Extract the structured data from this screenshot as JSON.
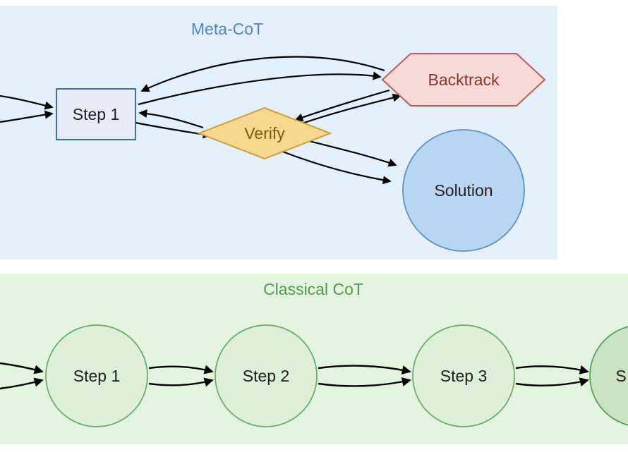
{
  "meta": {
    "title": "Meta-CoT",
    "nodes": {
      "step1": "Step 1",
      "backtrack": "Backtrack",
      "verify": "Verify",
      "solution": "Solution"
    }
  },
  "classical": {
    "title": "Classical CoT",
    "nodes": {
      "step1": "Step 1",
      "step2": "Step 2",
      "step3": "Step 3",
      "step4_partial": "S"
    }
  },
  "colors": {
    "meta_panel_bg": "#e4f1fd",
    "meta_title": "#4d87c7",
    "meta_step_fill": "#e7edf7",
    "meta_step_border": "#2f5f9e",
    "backtrack_fill": "#f8dbd8",
    "backtrack_border": "#c15b51",
    "backtrack_text": "#8c352a",
    "verify_fill": "#f6d98f",
    "verify_border": "#cf9f35",
    "verify_text": "#7d5a0e",
    "solution_fill": "#b9d7f3",
    "solution_border": "#5e90c6",
    "classical_panel_bg": "#e3f4df",
    "classical_title": "#4f9b51",
    "classical_node_fill": "#def0d8",
    "classical_node_border": "#6aa86a",
    "classical_partial_fill": "#c9e3c3",
    "edge_color": "#000000"
  }
}
